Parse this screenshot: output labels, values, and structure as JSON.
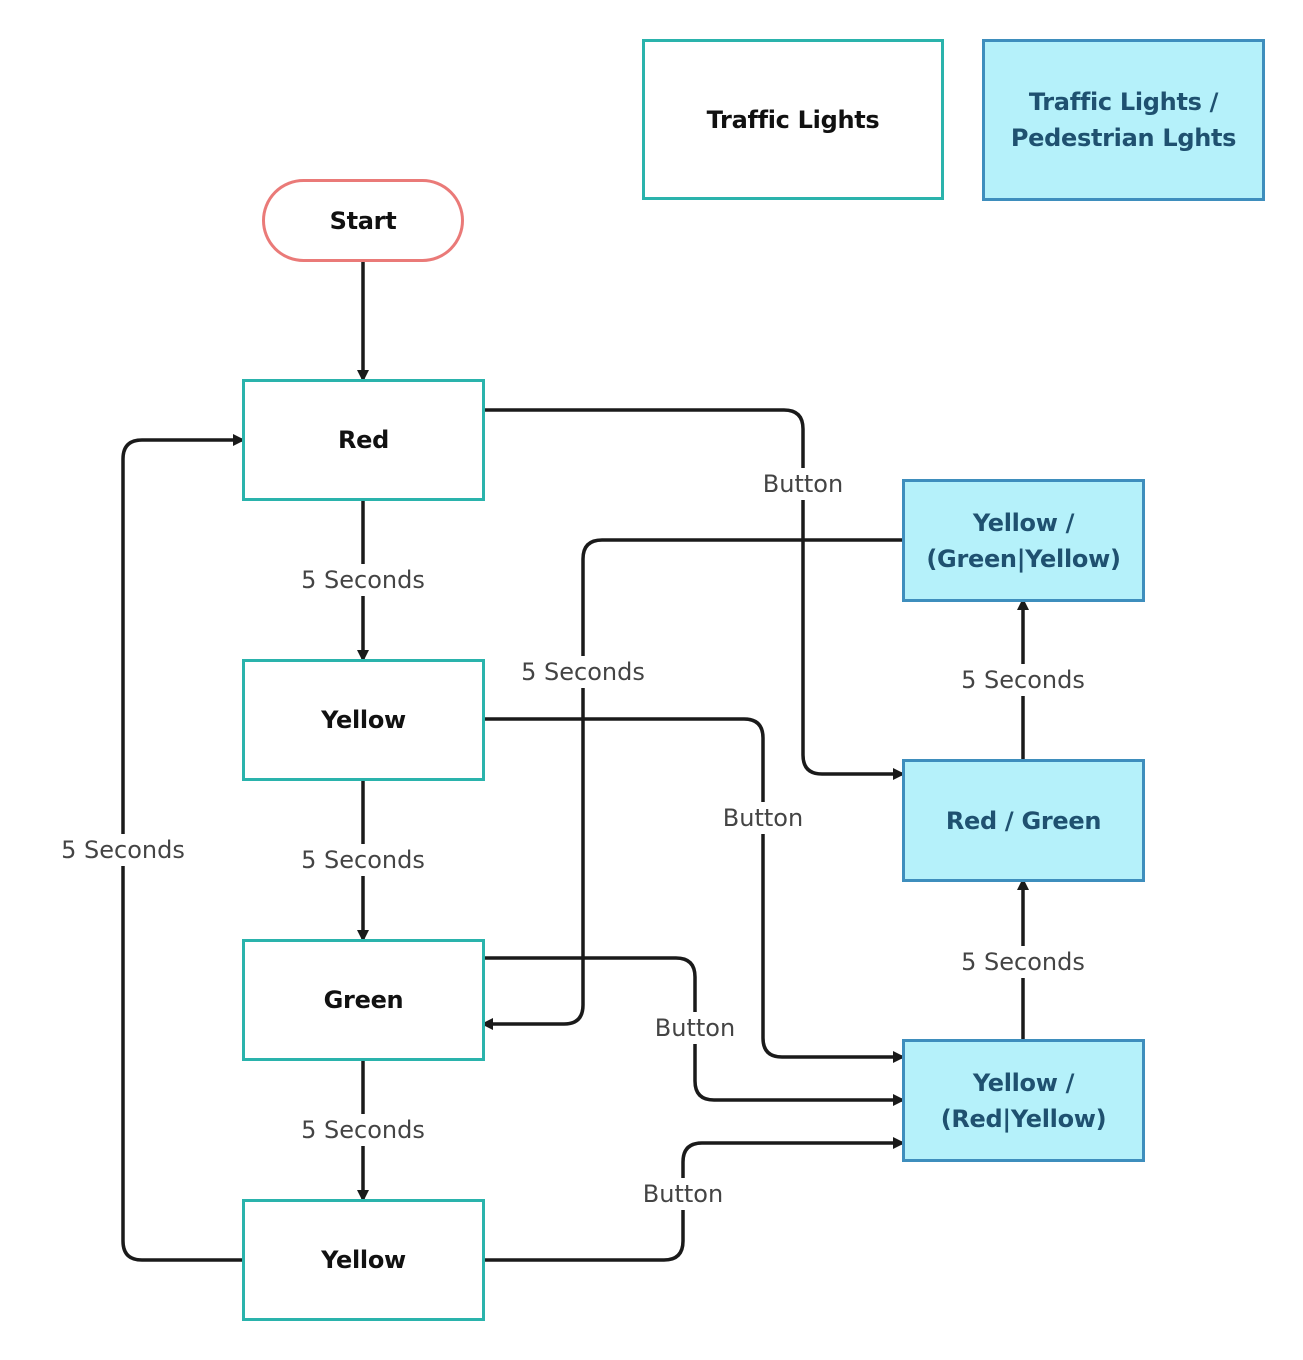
{
  "legend": {
    "traffic_lights": "Traffic Lights",
    "traffic_pedestrian": "Traffic Lights /\nPedestrian Lghts"
  },
  "nodes": {
    "start": "Start",
    "red": "Red",
    "yellow_1": "Yellow",
    "green": "Green",
    "yellow_2": "Yellow",
    "ped_yellow_green_yellow": "Yellow /\n(Green|Yellow)",
    "ped_red_green": "Red / Green",
    "ped_yellow_red_yellow": "Yellow /\n(Red|Yellow)"
  },
  "edges": {
    "red_to_yellow": "5 Seconds",
    "yellow_to_green": "5 Seconds",
    "green_to_yellow": "5 Seconds",
    "yellow_to_red": "5 Seconds",
    "red_button": "Button",
    "yellow_button": "Button",
    "green_button": "Button",
    "yellow_bottom_button": "Button",
    "ped_yry_to_rg": "5 Seconds",
    "ped_rg_to_ygy": "5 Seconds",
    "ped_ygy_to_green": "5 Seconds"
  },
  "colors": {
    "traffic_border": "#2ab3ac",
    "pedestrian_border": "#3e8ebd",
    "pedestrian_fill": "#b5f1fa",
    "terminal_border": "#ea7a78",
    "edge": "#1a1a1a"
  }
}
